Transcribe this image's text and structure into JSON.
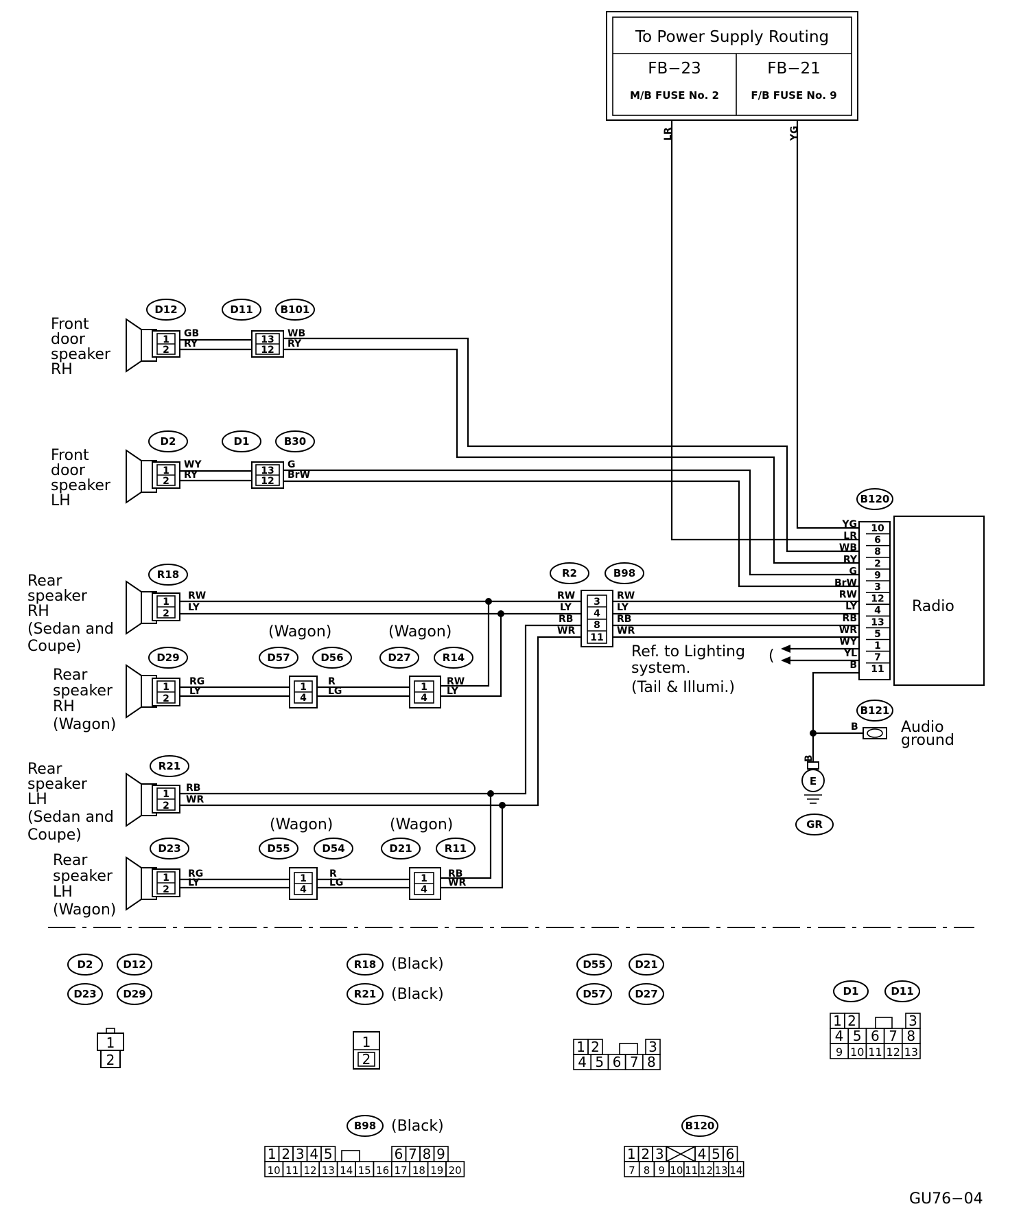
{
  "power_box": {
    "title": "To Power Supply Routing",
    "left": {
      "code": "FB−23",
      "sub": "M/B FUSE No. 2",
      "wire": "LR"
    },
    "right": {
      "code": "FB−21",
      "sub": "F/B FUSE No. 9",
      "wire": "YG"
    }
  },
  "speakers": {
    "front_rh": {
      "lines": [
        "Front",
        "door",
        "speaker",
        "RH"
      ]
    },
    "front_lh": {
      "lines": [
        "Front",
        "door",
        "speaker",
        "LH"
      ]
    },
    "rear_rh_sedan": {
      "lines": [
        "Rear",
        "speaker",
        "RH",
        "(Sedan and",
        "Coupe)"
      ]
    },
    "rear_rh_wagon": {
      "lines": [
        "Rear",
        "speaker",
        "RH",
        "(Wagon)"
      ]
    },
    "rear_lh_sedan": {
      "lines": [
        "Rear",
        "speaker",
        "LH",
        "(Sedan and",
        "Coupe)"
      ]
    },
    "rear_lh_wagon": {
      "lines": [
        "Rear",
        "speaker",
        "LH",
        "(Wagon)"
      ]
    }
  },
  "connectors": {
    "d12": "D12",
    "d11": "D11",
    "b101": "B101",
    "d2": "D2",
    "d1": "D1",
    "b30": "B30",
    "r18": "R18",
    "r2": "R2",
    "b98": "B98",
    "d29": "D29",
    "d57": "D57",
    "d56": "D56",
    "d27": "D27",
    "r14": "R14",
    "r21": "R21",
    "d23": "D23",
    "d55": "D55",
    "d54": "D54",
    "d21": "D21",
    "r11": "R11",
    "b120": "B120",
    "b121": "B121",
    "e": "E",
    "gr": "GR"
  },
  "wagon_label": "(Wagon)",
  "wires": {
    "frh": {
      "spk": [
        "GB",
        "RY"
      ],
      "out": [
        "WB",
        "RY"
      ]
    },
    "flh": {
      "spk": [
        "WY",
        "RY"
      ],
      "out": [
        "G",
        "BrW"
      ]
    },
    "rrh": [
      "RW",
      "LY"
    ],
    "r2_left": [
      "RW",
      "LY",
      "RB",
      "WR"
    ],
    "b98_right": [
      "RW",
      "LY",
      "RB",
      "WR"
    ],
    "rrh_wagon": {
      "spk": [
        "RG",
        "LY"
      ],
      "mid": [
        "R",
        "LG"
      ],
      "out": [
        "RW",
        "LY"
      ]
    },
    "rlh": [
      "RB",
      "WR"
    ],
    "rlh_wagon": {
      "spk": [
        "RG",
        "LY"
      ],
      "mid": [
        "R",
        "LG"
      ],
      "out": [
        "RB",
        "WR"
      ]
    },
    "ground": "B",
    "b121": "B"
  },
  "pins": {
    "two": [
      "1",
      "2"
    ],
    "front_mid": [
      "13",
      "12"
    ],
    "wagon_mid": [
      "1",
      "4"
    ],
    "b98": [
      "3",
      "4",
      "8",
      "11"
    ]
  },
  "radio": {
    "label": "Radio",
    "pins": [
      {
        "wire": "YG",
        "pin": "10"
      },
      {
        "wire": "LR",
        "pin": "6"
      },
      {
        "wire": "WB",
        "pin": "8"
      },
      {
        "wire": "RY",
        "pin": "2"
      },
      {
        "wire": "G",
        "pin": "9"
      },
      {
        "wire": "BrW",
        "pin": "3"
      },
      {
        "wire": "RW",
        "pin": "12"
      },
      {
        "wire": "LY",
        "pin": "4"
      },
      {
        "wire": "RB",
        "pin": "13"
      },
      {
        "wire": "WR",
        "pin": "5"
      },
      {
        "wire": "WY",
        "pin": "1"
      },
      {
        "wire": "YL",
        "pin": "7"
      },
      {
        "wire": "B",
        "pin": "11"
      }
    ]
  },
  "lighting_ref": {
    "lines": [
      "Ref. to Lighting",
      "system.",
      "(Tail & Illumi.)"
    ]
  },
  "audio_ground": {
    "lines": [
      "Audio",
      "ground"
    ]
  },
  "legend": {
    "group1": [
      "D2",
      "D12",
      "D23",
      "D29"
    ],
    "group2": {
      "ids": [
        "R18",
        "R21"
      ],
      "color": "(Black)"
    },
    "group3": [
      "D55",
      "D21",
      "D57",
      "D27"
    ],
    "group4": [
      "D1",
      "D11"
    ],
    "b98": {
      "id": "B98",
      "color": "(Black)"
    },
    "b120": {
      "id": "B120"
    },
    "two_pin": [
      "1",
      "2"
    ],
    "eight_pin": {
      "top": [
        "1",
        "2",
        "3"
      ],
      "bottom": [
        "4",
        "5",
        "6",
        "7",
        "8"
      ]
    },
    "thirteen_pin": {
      "top": [
        "1",
        "2",
        "6",
        "7",
        "3"
      ],
      "mid": [
        "4",
        "5",
        "8"
      ],
      "bottom": [
        "9",
        "10",
        "11",
        "12",
        "13"
      ]
    },
    "twenty_pin": {
      "top": [
        "1",
        "2",
        "3",
        "4",
        "5",
        "6",
        "7",
        "8",
        "9"
      ],
      "bottom": [
        "10",
        "11",
        "12",
        "13",
        "14",
        "15",
        "16",
        "17",
        "18",
        "19",
        "20"
      ]
    },
    "fourteen_pin": {
      "top": [
        "1",
        "2",
        "3",
        "4",
        "5",
        "6"
      ],
      "bottom": [
        "7",
        "8",
        "9",
        "10",
        "11",
        "12",
        "13",
        "14"
      ]
    }
  },
  "figure_code": "GU76−04"
}
